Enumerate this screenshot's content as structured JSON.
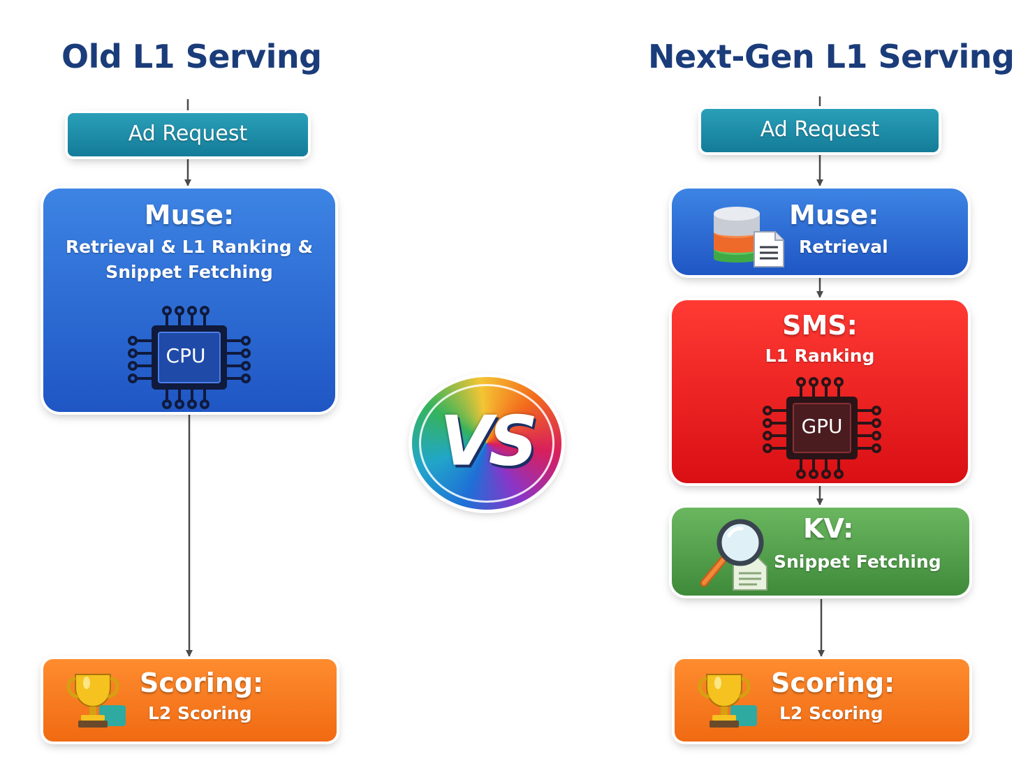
{
  "left": {
    "title": "Old L1 Serving",
    "request": {
      "label": "Ad Request"
    },
    "muse": {
      "title": "Muse:",
      "line1": "Retrieval & L1 Ranking &",
      "line2": "Snippet Fetching",
      "chip_label": "CPU",
      "chip_icon": "cpu-chip-icon"
    },
    "scoring": {
      "title": "Scoring:",
      "subtitle": "L2 Scoring",
      "icon": "trophy-icon"
    }
  },
  "right": {
    "title": "Next-Gen L1 Serving",
    "request": {
      "label": "Ad Request"
    },
    "muse": {
      "title": "Muse:",
      "subtitle": "Retrieval",
      "icon": "database-icon"
    },
    "sms": {
      "title": "SMS:",
      "subtitle": "L1 Ranking",
      "chip_label": "GPU",
      "chip_icon": "gpu-chip-icon"
    },
    "kv": {
      "title": "KV:",
      "subtitle": "Snippet Fetching",
      "icon": "magnifier-icon"
    },
    "scoring": {
      "title": "Scoring:",
      "subtitle": "L2 Scoring",
      "icon": "trophy-icon"
    }
  },
  "vs": {
    "label": "VS"
  },
  "colors": {
    "title": "#1b3c7a",
    "request": "#1a8aa6",
    "muse": "#2a66d6",
    "sms": "#ee1c1c",
    "kv": "#55a14d",
    "scoring": "#f77a20",
    "arrow": "#4a4a4a"
  }
}
